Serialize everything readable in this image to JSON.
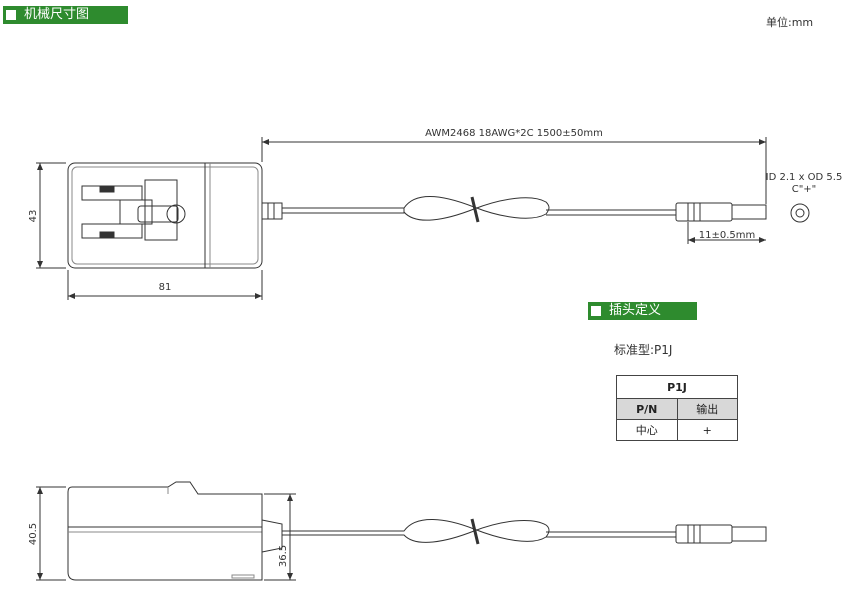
{
  "header_mechanical": "机械尺寸图",
  "header_plug": "插头定义",
  "unit_label": "单位:mm",
  "cable_spec": "AWM2468 18AWG*2C 1500±50mm",
  "dc_plug_spec": "ID 2.1 x OD 5.5",
  "polarity": "C\"+\"",
  "dim_height_top": "43",
  "dim_width": "81",
  "dim_plug_length": "11±0.5mm",
  "dim_height_side": "40.5",
  "dim_height_side2": "36.5",
  "model_label": "标准型:P1J",
  "pin_table": {
    "title": "P1J",
    "col1": "P/N",
    "col2": "输出",
    "row_pn": "中心",
    "row_out": "+"
  }
}
